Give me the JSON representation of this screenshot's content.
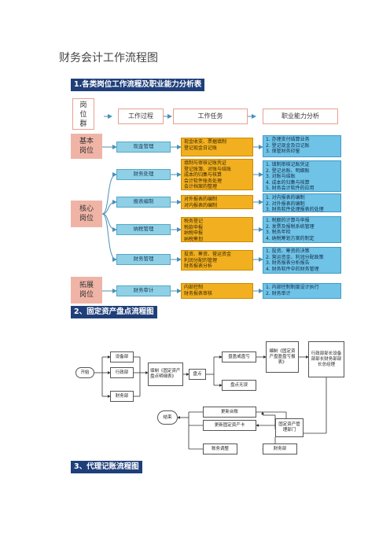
{
  "doc_title": "财务会计工作流程图",
  "sections": {
    "s1": "1.各类岗位工作流程及职业能力分析表",
    "s2": "2、固定资产盘点流程图",
    "s3": "3、代理记账流程图"
  },
  "table1": {
    "col_post": "岗\n位\n群",
    "col_process": "工作过程",
    "col_task": "工作任务",
    "col_ability": "职业能力分析",
    "groups": {
      "basic": "基本\n岗位",
      "core": "核心\n岗位",
      "ext": "拓展\n岗位"
    },
    "rows": [
      {
        "process": "现金管理",
        "task": "现金收支、票据填制\n登记现金日记账",
        "ability": "1. 办理支付结算业务\n2. 登记现金及日记账\n3. 保管财务印鉴"
      },
      {
        "process": "财务处理",
        "task": "填制与审核记账凭证\n登记账簿、对账与结账\n成本的归集与核算\n会计软件账务处理\n会计档案的整理",
        "ability": "1. 填制审核记账凭证\n2. 登记总账、明细账\n3. 对账与结账\n4. 成本的归集与核算\n5. 财务会计软件的应用"
      },
      {
        "process": "报表编制",
        "task": "对外报表的编制\n对内报表的编制",
        "ability": "1. 对内报表的编制\n2. 对外报表的编制\n3. 财务软件处理报表的处理"
      },
      {
        "process": "纳税管理",
        "task": "税务登记\n税款申报\n纳税申报\n纳税筹划",
        "ability": "1. 税额的计算与申报\n2. 发票及报税系统管理\n3. 税务年检\n4. 纳税筹划方案的制定"
      },
      {
        "process": "财务管理",
        "task": "投资、筹资、营运资金\n利润分配的管理\n财务报表分析",
        "ability": "1. 投资、筹资的决策\n2. 营运资金、利润分配政策\n3. 财务报表分析报告\n4. 财务软件中的财务管理"
      },
      {
        "process": "财务审计",
        "task": "内部控制\n财务报表审核",
        "ability": "1. 内部控制制度设计执行\n2. 财务审计"
      }
    ]
  },
  "flow2": {
    "start": "开始",
    "dept_equip": "设备部",
    "dept_admin": "行政部",
    "dept_finance": "财务部",
    "fill_form": "填制《固定资产盘点明细表》",
    "inventory": "盘点",
    "surplus": "盘盈或盘亏",
    "no_diff": "盘点无误",
    "prepare": "编制《固定资产盘盈盘亏报表》",
    "approval": "行政部部长设备部部长财务部部长总经理",
    "update_card": "更新固定资产卡",
    "update_ledger": "更新台账",
    "asset_admin": "固定资产管理部门",
    "fin_dept2": "财务部",
    "acct_adjust": "账务调整",
    "end": "结束"
  }
}
